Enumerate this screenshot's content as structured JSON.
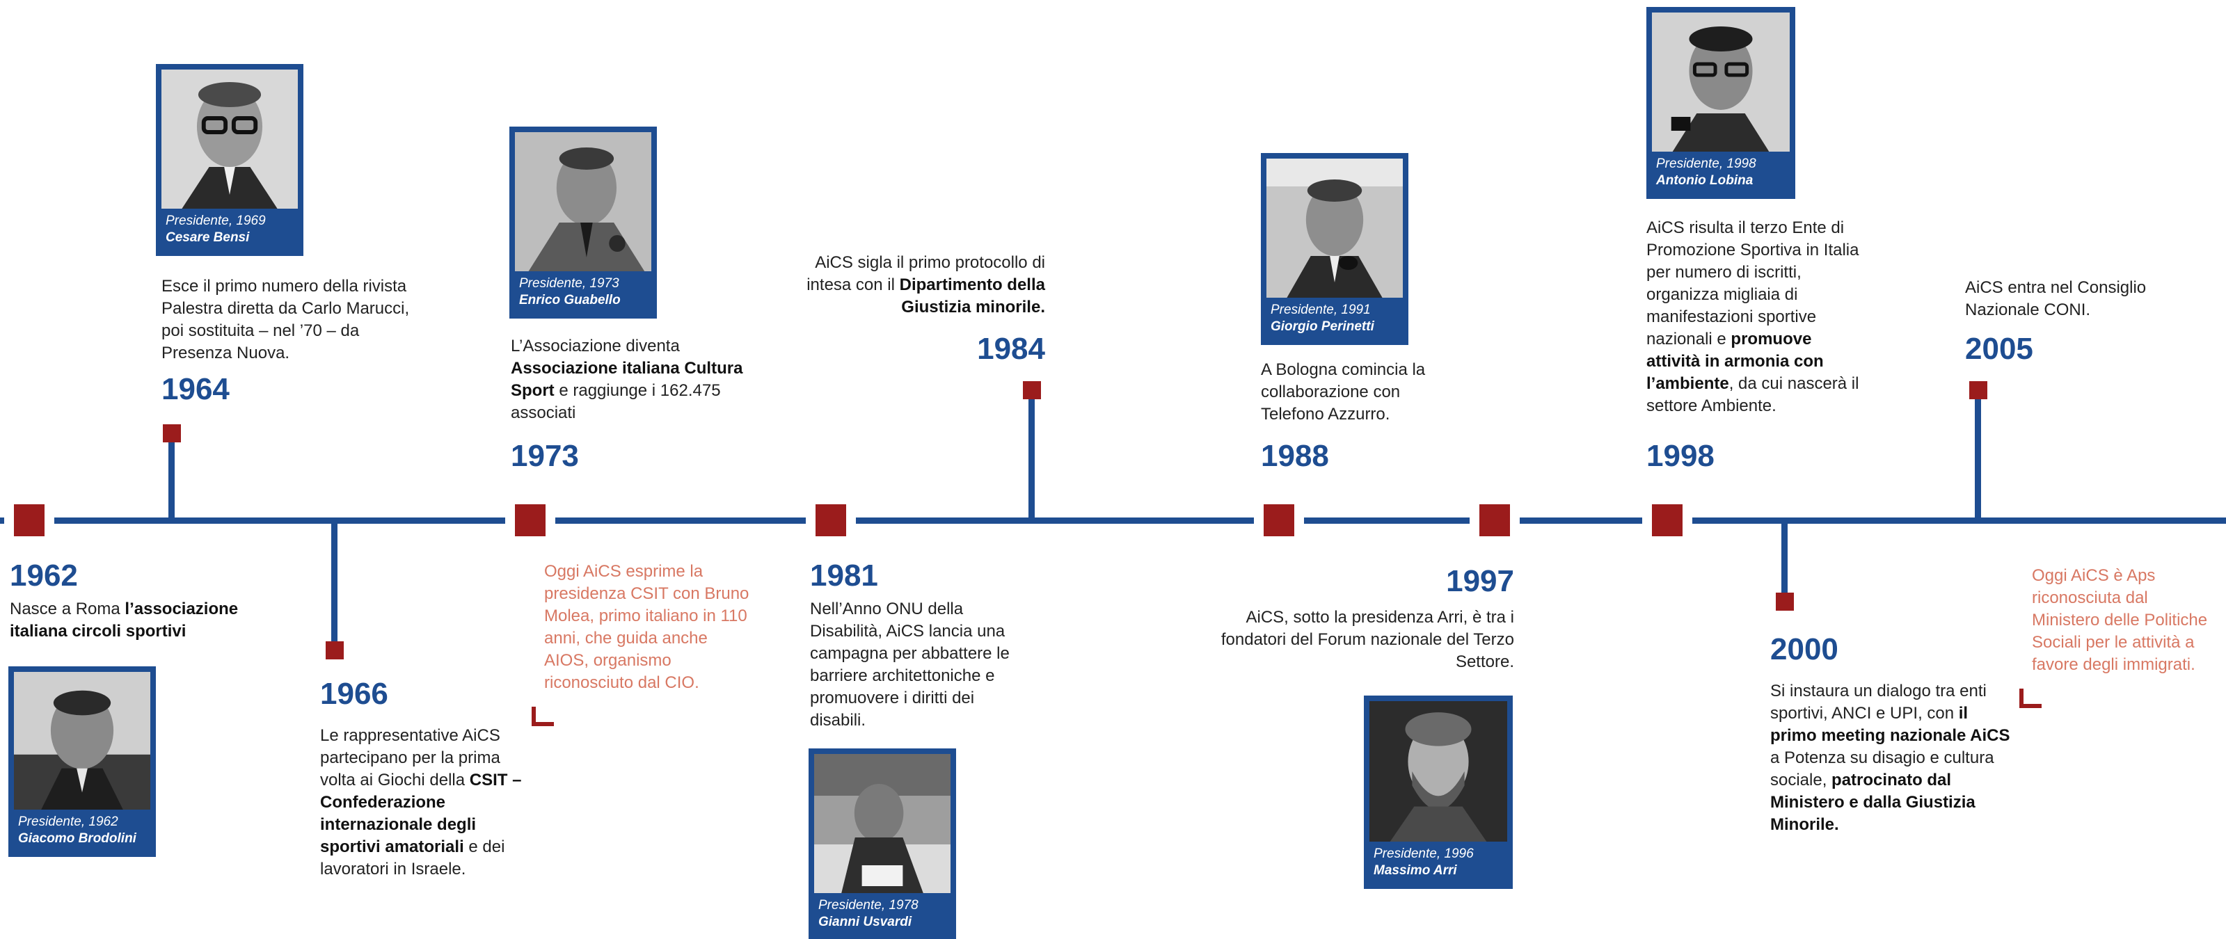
{
  "colors": {
    "blue": "#1e4d91",
    "red": "#9b1c1c",
    "note": "#d87863"
  },
  "events": {
    "e1962": {
      "year": "1962",
      "pre": "Nasce a Roma ",
      "bold": "l’associazione italiana circoli sportivi"
    },
    "e1964": {
      "year": "1964",
      "text": "Esce il primo numero della rivista Palestra diretta da Carlo Marucci, poi sostituita – nel ’70 – da Presenza Nuova."
    },
    "e1966": {
      "year": "1966",
      "pre": "Le rappresentative AiCS partecipano per la prima volta ai Giochi della ",
      "bold": "CSIT – Confederazione internazionale degli sportivi amatoriali",
      "post": " e dei lavoratori in Israele."
    },
    "e1973": {
      "year": "1973",
      "pre": "L’Associazione diventa ",
      "bold": "Associazione italiana Cultura Sport",
      "post": " e raggiunge i 162.475 associati"
    },
    "e1981": {
      "year": "1981",
      "text": "Nell’Anno ONU della Disabilità, AiCS lancia una campagna per abbattere le barriere architettoniche e promuovere i diritti dei disabili."
    },
    "e1984": {
      "year": "1984",
      "pre": "AiCS sigla il primo protocollo di intesa con il ",
      "bold": "Dipartimento della Giustizia minorile."
    },
    "e1988": {
      "year": "1988",
      "text": "A Bologna comincia la collaborazione con Telefono Azzurro."
    },
    "e1997": {
      "year": "1997",
      "text": "AiCS, sotto la presidenza Arri, è tra i fondatori del Forum nazionale del Terzo Settore."
    },
    "e1998": {
      "year": "1998",
      "pre": "AiCS risulta il terzo Ente di Promozione Sportiva in Italia per numero di iscritti, organizza migliaia di manifestazioni sportive nazionali e ",
      "bold": "promuove attività in armonia con l’ambiente",
      "post": ", da cui nascerà il settore Ambiente."
    },
    "e2000": {
      "year": "2000",
      "pre": "Si instaura un dialogo tra enti sportivi, ANCI e UPI, con ",
      "bold": "il primo meeting nazionale AiCS",
      "mid": " a Potenza su disagio e cultura sociale, ",
      "bold2": "patrocinato dal Ministero e dalla Giustizia Minorile."
    },
    "e2005": {
      "year": "2005",
      "text": "AiCS entra nel Consiglio Nazionale CONI."
    }
  },
  "notes": {
    "csit": "Oggi AiCS esprime la presidenza CSIT con Bruno Molea, primo italiano in 110 anni, che guida anche AIOS, organismo riconosciuto dal CIO.",
    "aps": "Oggi AiCS è Aps riconosciuta dal Ministero delle Politiche Sociali per le attività a favore degli immigrati."
  },
  "presidents": {
    "brodolini": {
      "caption": "Presidente, 1962",
      "name": "Giacomo Brodolini"
    },
    "bensi": {
      "caption": "Presidente, 1969",
      "name": "Cesare Bensi"
    },
    "guabello": {
      "caption": "Presidente, 1973",
      "name": "Enrico Guabello"
    },
    "usvardi": {
      "caption": "Presidente, 1978",
      "name": "Gianni Usvardi"
    },
    "perinetti": {
      "caption": "Presidente, 1991",
      "name": "Giorgio Perinetti"
    },
    "arri": {
      "caption": "Presidente, 1996",
      "name": "Massimo Arri"
    },
    "lobina": {
      "caption": "Presidente, 1998",
      "name": "Antonio Lobina"
    }
  }
}
